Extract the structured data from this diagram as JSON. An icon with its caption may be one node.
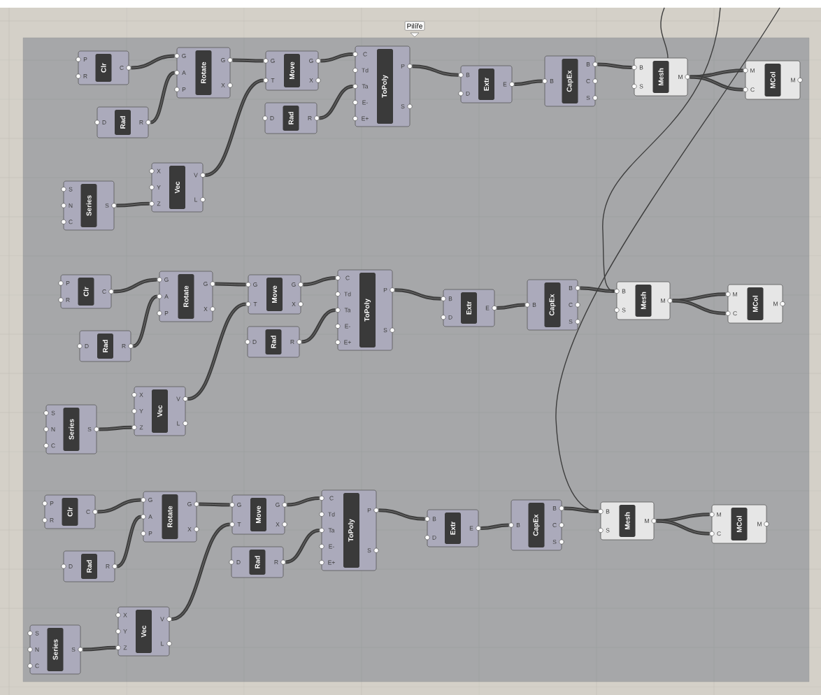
{
  "diagram": {
    "nodes": [
      {
        "text": [
          "Pilíře"
        ]
      },
      {
        "text": [
          "P",
          "R",
          "Clr",
          "C"
        ],
        "in": 0
      },
      {
        "text": [
          "G",
          "A",
          "P",
          "Rotate",
          "G",
          "X"
        ],
        "in": 0
      },
      {
        "text": [
          "G",
          "T",
          "Move",
          "G",
          "X"
        ],
        "in": 0
      },
      {
        "text": [
          "C",
          "Td",
          "Ta",
          "E-",
          "E+",
          "ToPoly",
          "P",
          "S"
        ],
        "in": 0
      },
      {
        "text": [
          "B",
          "D",
          "Extr",
          "E"
        ],
        "in": 0
      },
      {
        "text": [
          "B",
          "CapEx",
          "B",
          "C",
          "S"
        ],
        "in": 0
      },
      {
        "text": [
          "B",
          "S",
          "Mesh",
          "M"
        ],
        "in": 0
      },
      {
        "text": [
          "M",
          "C",
          "MCol",
          "M"
        ],
        "in": 0
      },
      {
        "text": [
          "D",
          "Rad",
          "R"
        ],
        "in": 0
      },
      {
        "text": [
          "D",
          "Rad",
          "R"
        ],
        "in": 0
      },
      {
        "text": [
          "X",
          "Y",
          "Z",
          "Vec",
          "V",
          "L"
        ],
        "in": 0
      },
      {
        "text": [
          "S",
          "N",
          "C",
          "Series",
          "S"
        ],
        "in": 0
      },
      {
        "text": [
          "P",
          "R",
          "Clr",
          "C"
        ],
        "in": 0
      },
      {
        "text": [
          "G",
          "A",
          "P",
          "Rotate",
          "G",
          "X"
        ],
        "in": 0
      },
      {
        "text": [
          "G",
          "T",
          "Move",
          "G",
          "X"
        ],
        "in": 0
      },
      {
        "text": [
          "C",
          "Td",
          "Ta",
          "E-",
          "E+",
          "ToPoly",
          "P",
          "S"
        ],
        "in": 0
      },
      {
        "text": [
          "B",
          "D",
          "Extr",
          "E"
        ],
        "in": 0
      },
      {
        "text": [
          "B",
          "CapEx",
          "B",
          "C",
          "S"
        ],
        "in": 0
      },
      {
        "text": [
          "B",
          "S",
          "Mesh",
          "M"
        ],
        "in": 0
      },
      {
        "text": [
          "M",
          "C",
          "MCol",
          "M"
        ],
        "in": 0
      },
      {
        "text": [
          "D",
          "Rad",
          "R"
        ],
        "in": 0
      },
      {
        "text": [
          "D",
          "Rad",
          "R"
        ],
        "in": 0
      },
      {
        "text": [
          "X",
          "Y",
          "Z",
          "Vec",
          "V",
          "L"
        ],
        "in": 0
      },
      {
        "text": [
          "S",
          "N",
          "C",
          "Series",
          "S"
        ],
        "in": 0
      },
      {
        "text": [
          "P",
          "R",
          "Clr",
          "C"
        ],
        "in": 0
      },
      {
        "text": [
          "G",
          "A",
          "P",
          "Rotate",
          "G",
          "X"
        ],
        "in": 0
      },
      {
        "text": [
          "G",
          "T",
          "Move",
          "G",
          "X"
        ],
        "in": 0
      },
      {
        "text": [
          "C",
          "Td",
          "Ta",
          "E-",
          "E+",
          "ToPoly",
          "P",
          "S"
        ],
        "in": 0
      },
      {
        "text": [
          "B",
          "D",
          "Extr",
          "E"
        ],
        "in": 0
      },
      {
        "text": [
          "B",
          "CapEx",
          "B",
          "C",
          "S"
        ],
        "in": 0
      },
      {
        "text": [
          "B",
          "S",
          "Mesh",
          "M"
        ],
        "in": 0
      },
      {
        "text": [
          "M",
          "C",
          "MCol",
          "M"
        ],
        "in": 0
      },
      {
        "text": [
          "D",
          "Rad",
          "R"
        ],
        "in": 0
      },
      {
        "text": [
          "D",
          "Rad",
          "R"
        ],
        "in": 0
      },
      {
        "text": [
          "X",
          "Y",
          "Z",
          "Vec",
          "V",
          "L"
        ],
        "in": 0
      },
      {
        "text": [
          "S",
          "N",
          "C",
          "Series",
          "S"
        ],
        "in": 0
      }
    ],
    "edges": [
      {
        "from": 1,
        "to": 2,
        "arrow": "none"
      },
      {
        "from": 9,
        "to": 2,
        "arrow": "none"
      },
      {
        "from": 2,
        "to": 3,
        "arrow": "none"
      },
      {
        "from": 12,
        "to": 11,
        "arrow": "none"
      },
      {
        "from": 11,
        "to": 3,
        "arrow": "none"
      },
      {
        "from": 3,
        "to": 4,
        "arrow": "none"
      },
      {
        "from": 10,
        "to": 4,
        "arrow": "none"
      },
      {
        "from": 4,
        "to": 5,
        "arrow": "none"
      },
      {
        "from": 5,
        "to": 6,
        "arrow": "none"
      },
      {
        "from": 6,
        "to": 7,
        "arrow": "none"
      },
      {
        "from": 7,
        "to": 8,
        "arrow": "none"
      },
      {
        "from": 7,
        "to": 8,
        "arrow": "none"
      },
      {
        "from": 13,
        "to": 14,
        "arrow": "none"
      },
      {
        "from": 21,
        "to": 14,
        "arrow": "none"
      },
      {
        "from": 14,
        "to": 15,
        "arrow": "none"
      },
      {
        "from": 24,
        "to": 23,
        "arrow": "none"
      },
      {
        "from": 23,
        "to": 15,
        "arrow": "none"
      },
      {
        "from": 15,
        "to": 16,
        "arrow": "none"
      },
      {
        "from": 22,
        "to": 16,
        "arrow": "none"
      },
      {
        "from": 16,
        "to": 17,
        "arrow": "none"
      },
      {
        "from": 17,
        "to": 18,
        "arrow": "none"
      },
      {
        "from": 18,
        "to": 19,
        "arrow": "none"
      },
      {
        "from": 19,
        "to": 20,
        "arrow": "none"
      },
      {
        "from": 19,
        "to": 20,
        "arrow": "none"
      },
      {
        "from": 25,
        "to": 26,
        "arrow": "none"
      },
      {
        "from": 33,
        "to": 26,
        "arrow": "none"
      },
      {
        "from": 26,
        "to": 27,
        "arrow": "none"
      },
      {
        "from": 36,
        "to": 35,
        "arrow": "none"
      },
      {
        "from": 35,
        "to": 27,
        "arrow": "none"
      },
      {
        "from": 27,
        "to": 28,
        "arrow": "none"
      },
      {
        "from": 34,
        "to": 28,
        "arrow": "none"
      },
      {
        "from": 28,
        "to": 29,
        "arrow": "none"
      },
      {
        "from": 29,
        "to": 30,
        "arrow": "none"
      },
      {
        "from": 30,
        "to": 31,
        "arrow": "none"
      },
      {
        "from": 31,
        "to": 32,
        "arrow": "none"
      },
      {
        "from": 31,
        "to": 32,
        "arrow": "none"
      },
      {
        "from": null,
        "to": 7,
        "arrow": "none"
      },
      {
        "from": null,
        "to": 19,
        "arrow": "none"
      },
      {
        "from": null,
        "to": 31,
        "arrow": "none"
      }
    ]
  }
}
